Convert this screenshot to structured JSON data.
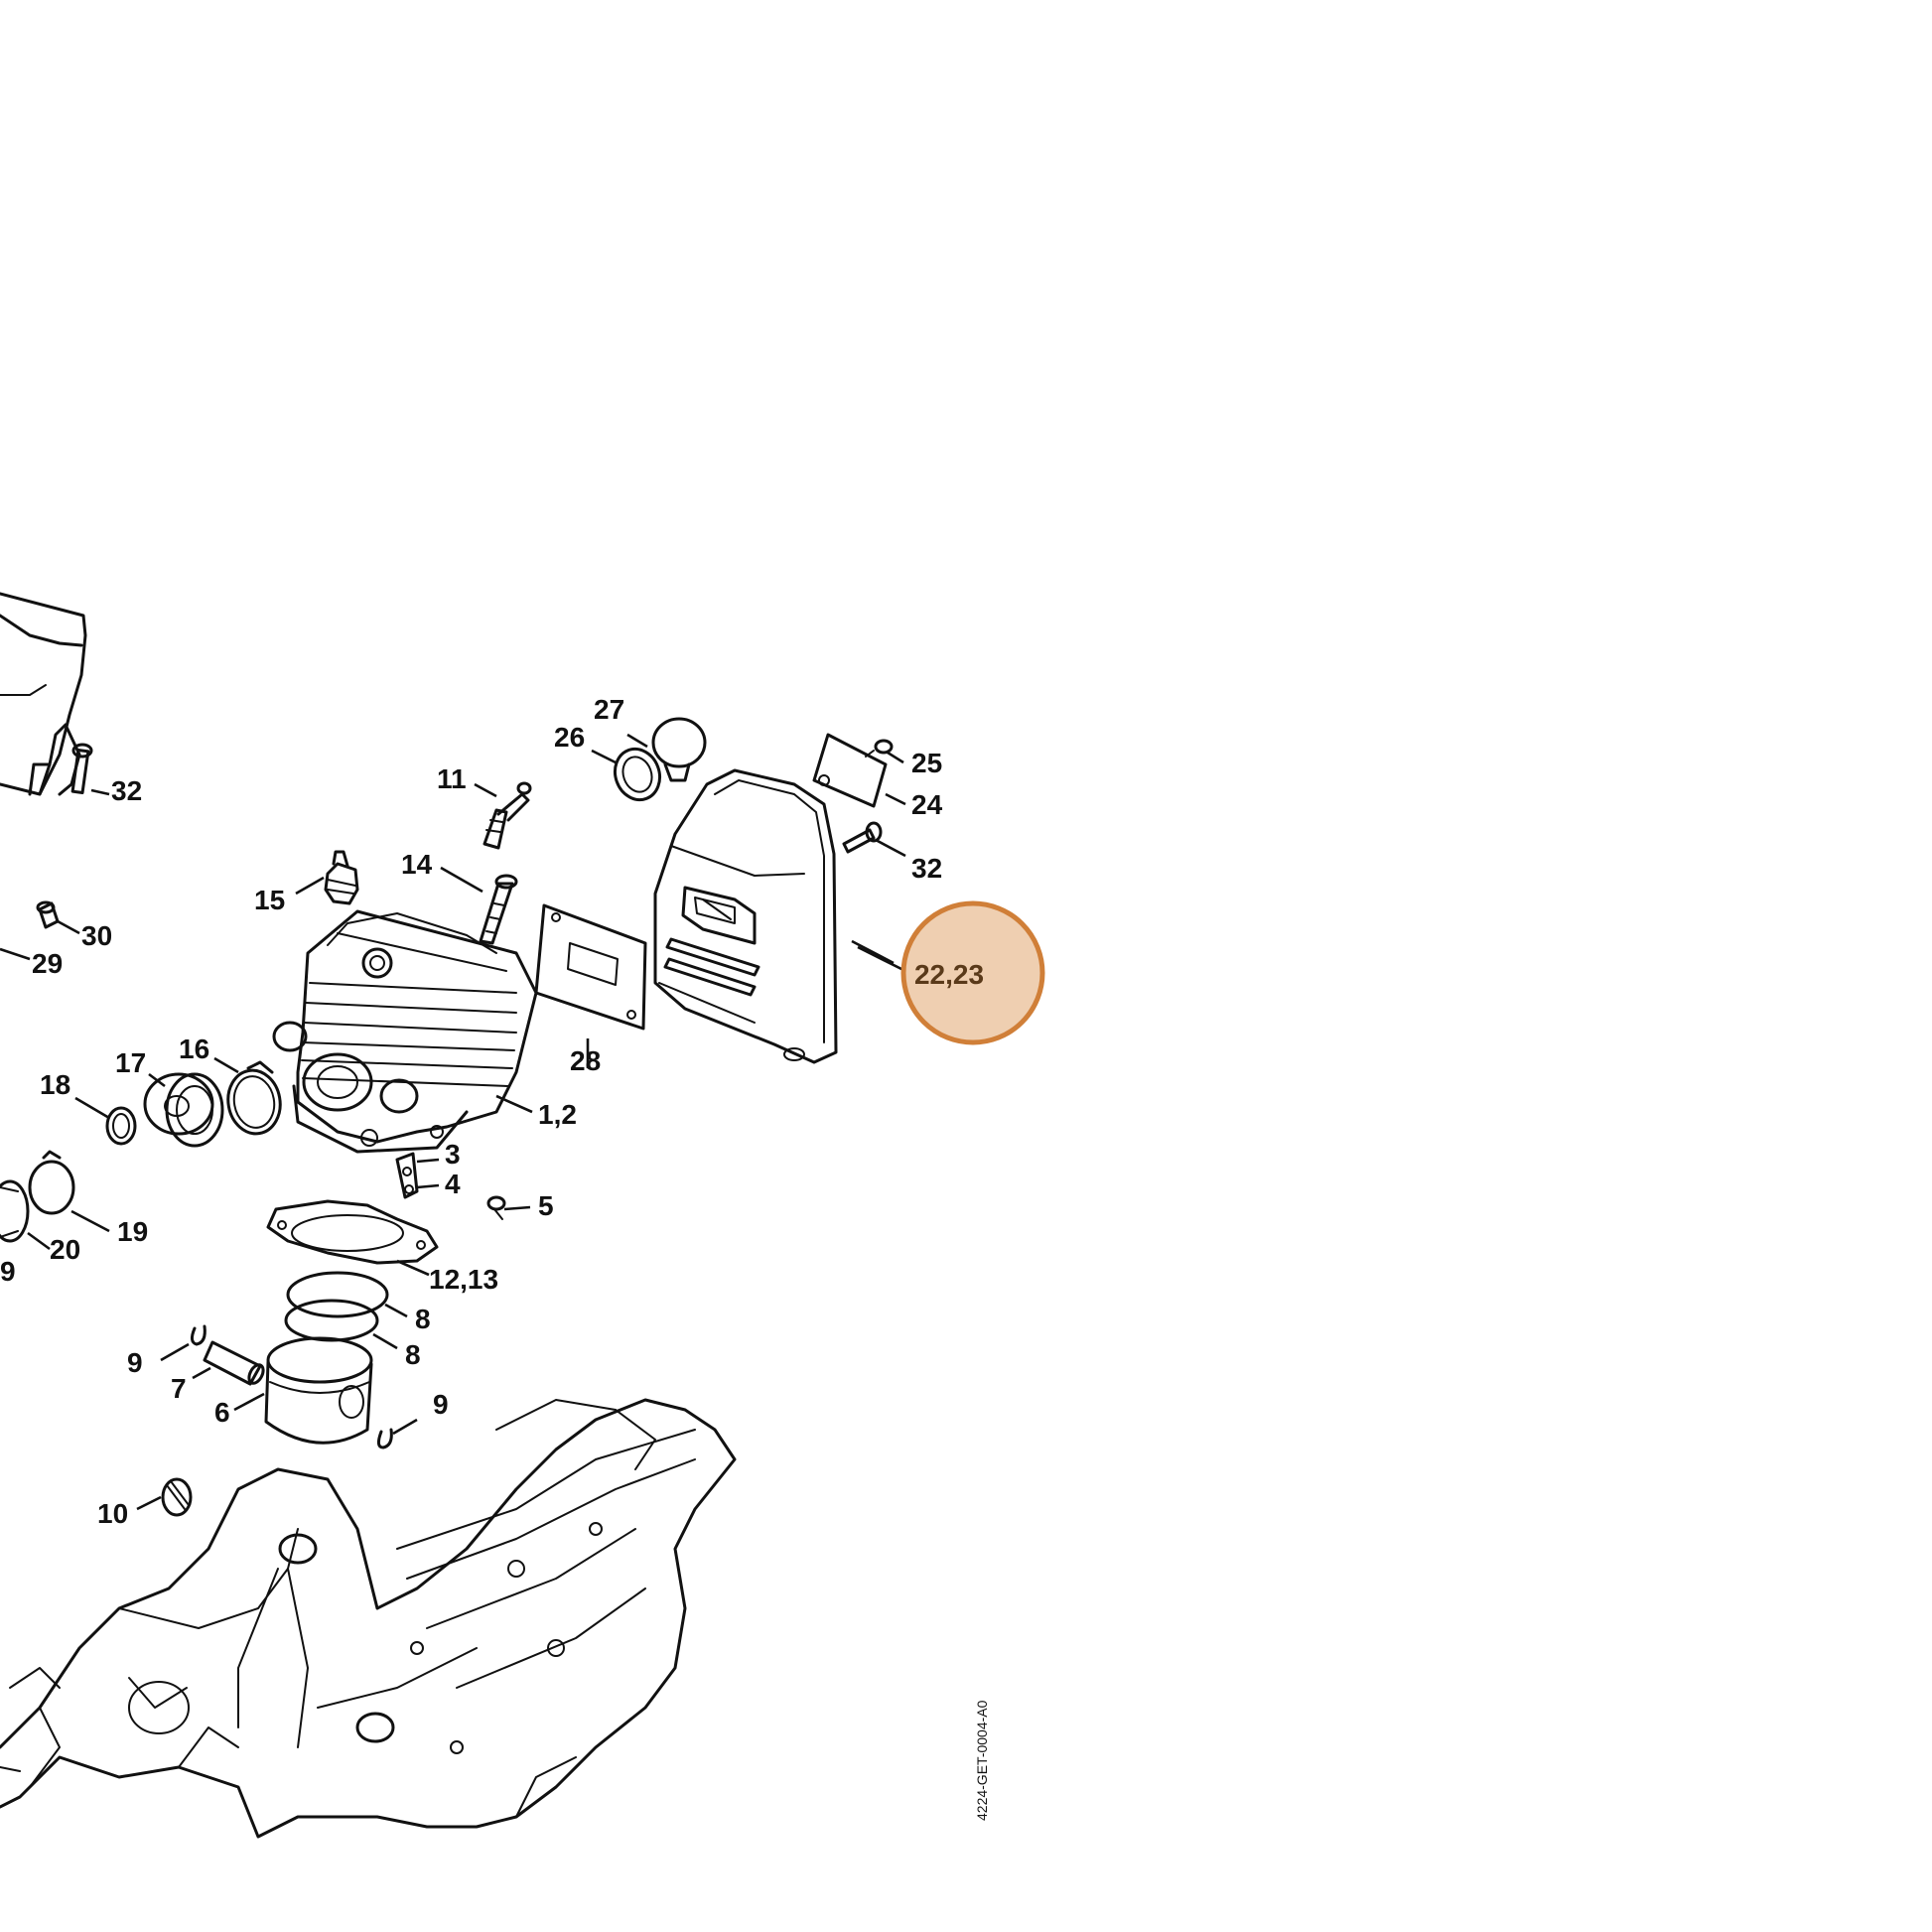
{
  "diagram": {
    "reference_code": "4224-GET-0004-A0",
    "highlighted_callout": "22,23",
    "colors": {
      "highlight_fill": "#efcfb1",
      "highlight_stroke": "#d07f38",
      "highlight_text": "#5a3a1a",
      "line": "#111111"
    },
    "callouts": {
      "c32a": "32",
      "c30": "30",
      "c29": "29",
      "c27": "27",
      "c26": "26",
      "c25": "25",
      "c24": "24",
      "c32b": "32",
      "c11": "11",
      "c14": "14",
      "c15": "15",
      "c28": "28",
      "c16": "16",
      "c17": "17",
      "c18": "18",
      "c1_2": "1,2",
      "c3": "3",
      "c4": "4",
      "c5": "5",
      "c19a": "19",
      "c20": "20",
      "c19b": "9",
      "c12_13": "12,13",
      "c8a": "8",
      "c8b": "8",
      "c9a": "9",
      "c7": "7",
      "c6": "6",
      "c9b": "9",
      "c10": "10"
    }
  }
}
